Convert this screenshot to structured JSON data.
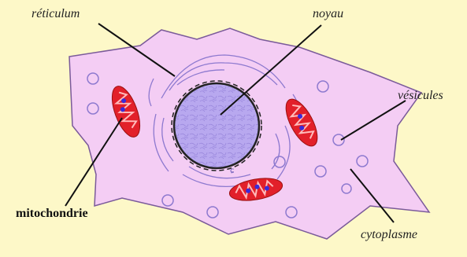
{
  "diagram": {
    "labels": {
      "reticulum": "réticulum",
      "nucleus": "noyau",
      "vesicles": "vésicules",
      "mitochondria": "mitochondrie",
      "cytoplasm": "cytoplasme"
    }
  },
  "colors": {
    "background": "#fdf8c8",
    "cell": "#f4cdf4",
    "cell_outline": "#7a5a9a",
    "nucleus": "#b8a8ef",
    "mitochondria": "#e2202a",
    "mitochondria_inner": "#f56a6a",
    "leader": "#111111"
  }
}
